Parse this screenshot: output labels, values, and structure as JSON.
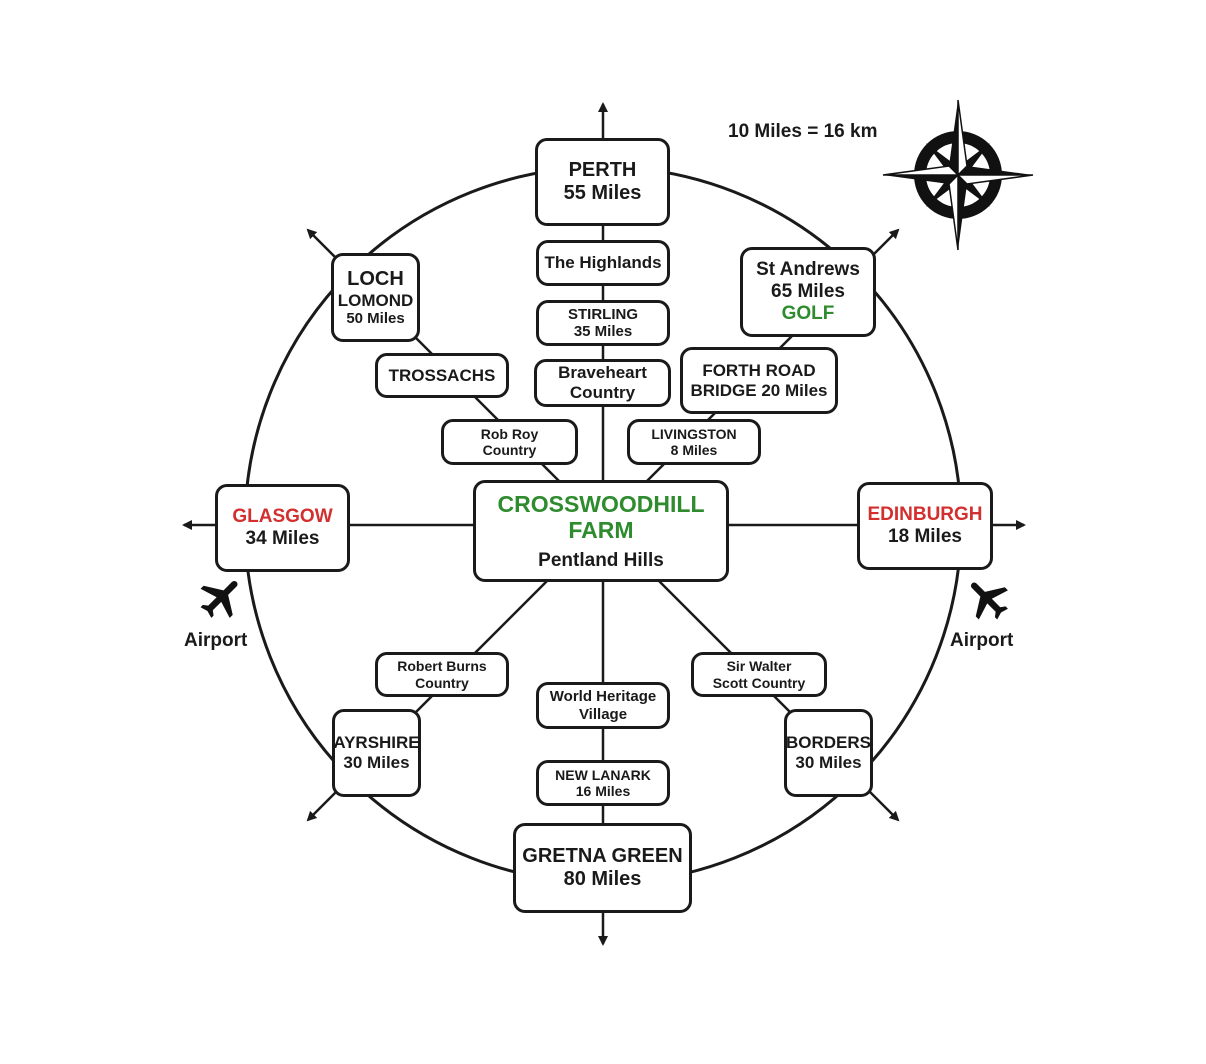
{
  "scale": "10 Miles = 16 km",
  "center": {
    "name_line1": "CROSSWOODHILL",
    "name_line2": "FARM",
    "subtitle": "Pentland Hills"
  },
  "places": {
    "perth": {
      "name": "PERTH",
      "distance": "55 Miles"
    },
    "highlands": {
      "name": "The Highlands"
    },
    "stirling": {
      "name": "STIRLING",
      "distance": "35 Miles"
    },
    "braveheart": {
      "line1": "Braveheart",
      "line2": "Country"
    },
    "loch_lomond": {
      "line1": "LOCH",
      "line2": "LOMOND",
      "distance": "50 Miles"
    },
    "trossachs": {
      "name": "TROSSACHS"
    },
    "rob_roy": {
      "line1": "Rob Roy",
      "line2": "Country"
    },
    "st_andrews": {
      "name": "St Andrews",
      "distance": "65 Miles",
      "tag": "GOLF"
    },
    "forth_road": {
      "line1": "FORTH ROAD",
      "line2": "BRIDGE 20 Miles"
    },
    "livingston": {
      "name": "LIVINGSTON",
      "distance": "8 Miles"
    },
    "glasgow": {
      "name": "GLASGOW",
      "distance": "34 Miles"
    },
    "edinburgh": {
      "name": "EDINBURGH",
      "distance": "18 Miles"
    },
    "robert_burns": {
      "line1": "Robert Burns",
      "line2": "Country"
    },
    "ayrshire": {
      "name": "AYRSHIRE",
      "distance": "30 Miles"
    },
    "world_heritage": {
      "line1": "World Heritage",
      "line2": "Village"
    },
    "new_lanark": {
      "name": "NEW LANARK",
      "distance": "16 Miles"
    },
    "gretna_green": {
      "name": "GRETNA GREEN",
      "distance": "80 Miles"
    },
    "sir_walter": {
      "line1": "Sir Walter",
      "line2": "Scott Country"
    },
    "borders": {
      "name": "BORDERS",
      "distance": "30 Miles"
    }
  },
  "airports": {
    "left": "Airport",
    "right": "Airport"
  },
  "colors": {
    "line": "#1a1a1a",
    "highlight_red": "#d32f2f",
    "highlight_green": "#2e8b2e"
  },
  "icons": [
    "compass-rose-icon",
    "airplane-icon"
  ]
}
